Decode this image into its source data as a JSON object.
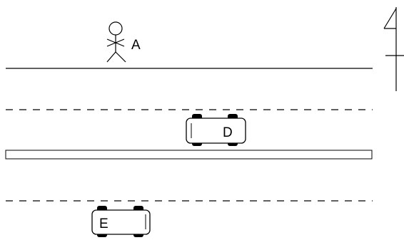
{
  "labels": {
    "pedestrian": "A",
    "car_upper": "D",
    "car_lower": "E"
  },
  "colors": {
    "stroke": "#000000",
    "background": "#ffffff"
  },
  "icons": {
    "pedestrian": "stick-figure-icon",
    "north_arrow": "north-arrow-icon",
    "car": "car-top-view-icon"
  }
}
